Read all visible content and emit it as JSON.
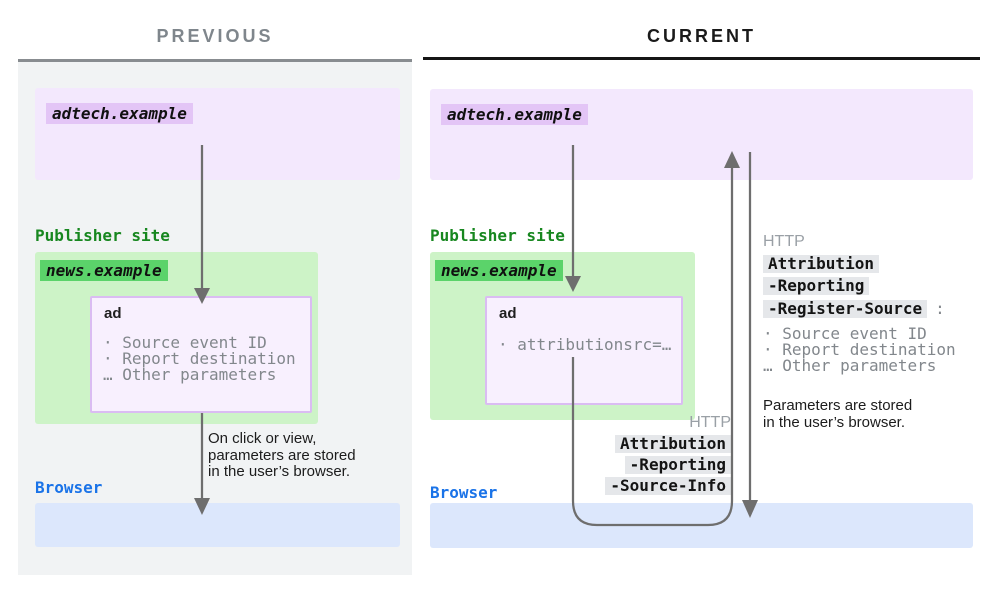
{
  "panels": {
    "previous": {
      "title": "PREVIOUS",
      "adtech": "adtech.example",
      "publisher_site": "Publisher site",
      "news": "news.example",
      "ad_label": "ad",
      "ad_items": [
        "· Source event ID",
        "· Report destination",
        "… Other parameters"
      ],
      "note": "On click or view,\nparameters are stored\nin the user’s browser.",
      "browser": "Browser"
    },
    "current": {
      "title": "CURRENT",
      "adtech": "adtech.example",
      "publisher_site": "Publisher site",
      "news": "news.example",
      "ad_label": "ad",
      "ad_items": [
        "· attributionsrc=…"
      ],
      "request_http": "HTTP",
      "request_headers": [
        "Attribution",
        "-Reporting",
        "-Source-Info"
      ],
      "response_http": "HTTP",
      "response_headers": [
        "Attribution",
        "-Reporting",
        "-Register-Source"
      ],
      "response_colon": ":",
      "response_items": [
        "· Source event ID",
        "· Report destination",
        "… Other parameters"
      ],
      "note": "Parameters are stored\nin the user’s browser.",
      "browser": "Browser"
    }
  },
  "colors": {
    "adtech_box": "#f3e8fd",
    "adtech_chip": "#e3c5f6",
    "publisher_box": "#cdf3c7",
    "news_chip": "#5bd36a",
    "publisher_text": "#17871f",
    "browser_box": "#dce7fc",
    "browser_text": "#1a73e8",
    "previous_panel": "#f1f3f4",
    "header_chip_bg": "#e5e7ea",
    "http_text": "#9aa0a6",
    "muted_text": "#82878c",
    "arrow": "#6e6e6e"
  }
}
